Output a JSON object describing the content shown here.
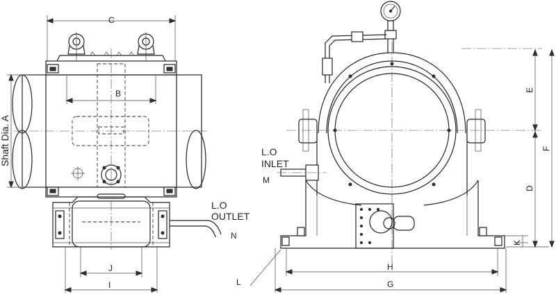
{
  "labels": {
    "c": "C",
    "b": "B",
    "shaft_dia": "Shaft Dia. A",
    "j": "J",
    "i": "I",
    "lo_outlet_line1": "L.O",
    "lo_outlet_line2": "OUTLET",
    "n": "N",
    "lo_inlet_line1": "L.O",
    "lo_inlet_line2": "INLET",
    "m": "M",
    "e": "E",
    "f": "F",
    "d": "D",
    "k": "K",
    "h": "H",
    "g": "G",
    "l": "L"
  }
}
